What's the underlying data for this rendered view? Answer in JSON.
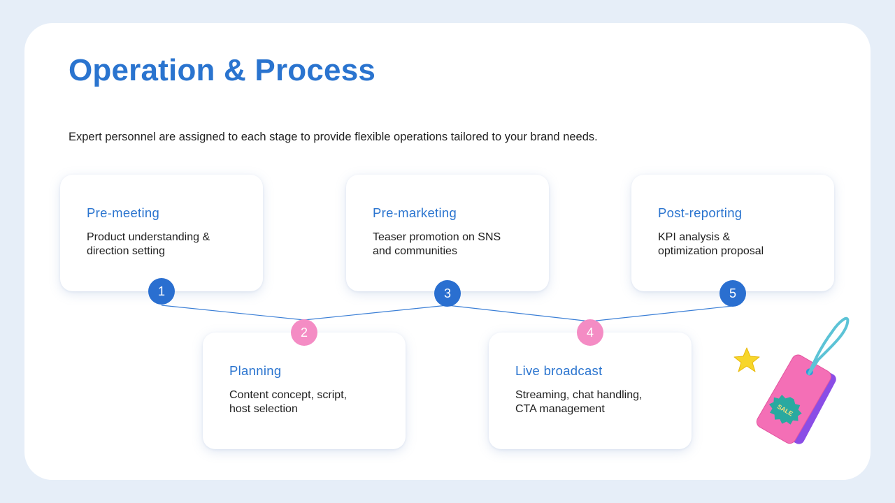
{
  "title": "Operation & Process",
  "subtitle": "Expert personnel are assigned to each stage to provide flexible operations tailored to your brand needs.",
  "colors": {
    "accent_blue": "#2a74cf",
    "step_blue": "#2a6fd0",
    "step_pink": "#f48cc4",
    "background": "#e6eef8"
  },
  "steps": [
    {
      "number": "1",
      "title": "Pre-meeting",
      "description": "Product understanding &\ndirection setting",
      "badge_color": "blue"
    },
    {
      "number": "2",
      "title": "Planning",
      "description": "Content concept, script,\nhost selection",
      "badge_color": "pink"
    },
    {
      "number": "3",
      "title": "Pre-marketing",
      "description": "Teaser promotion on SNS\nand communities",
      "badge_color": "blue"
    },
    {
      "number": "4",
      "title": "Live broadcast",
      "description": "Streaming, chat handling,\nCTA management",
      "badge_color": "pink"
    },
    {
      "number": "5",
      "title": "Post-reporting",
      "description": "KPI analysis &\noptimization proposal",
      "badge_color": "blue"
    }
  ],
  "decoration": {
    "icon": "sale-tag-icon",
    "tag_text": "SALE",
    "star_icon": "star-icon"
  }
}
